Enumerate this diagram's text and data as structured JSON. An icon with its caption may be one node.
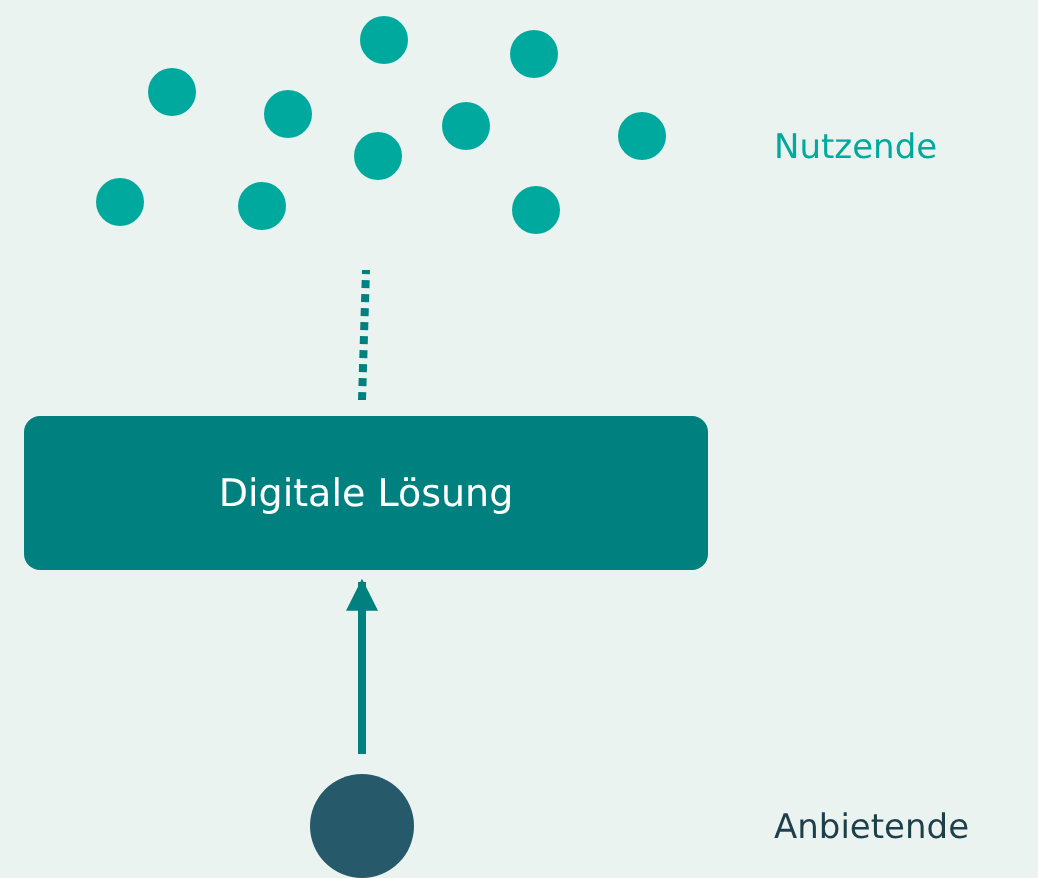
{
  "diagram": {
    "nodes": [
      {
        "text": [],
        "shape": "circle"
      },
      {
        "text": [],
        "shape": "circle"
      },
      {
        "text": [],
        "shape": "circle"
      },
      {
        "text": [],
        "shape": "circle"
      },
      {
        "text": [],
        "shape": "circle"
      },
      {
        "text": [],
        "shape": "circle"
      },
      {
        "text": [],
        "shape": "circle"
      },
      {
        "text": [],
        "shape": "circle"
      },
      {
        "text": [],
        "shape": "circle"
      },
      {
        "text": [],
        "shape": "circle"
      },
      {
        "text": [
          "Digitale Lösung"
        ]
      },
      {
        "text": [],
        "shape": "circle"
      }
    ],
    "edges": [
      {
        "from": 10,
        "to": null,
        "arrow": "none",
        "style": "dashed"
      },
      {
        "from": 11,
        "to": 10,
        "arrow": "to"
      }
    ],
    "labels": [
      "Nutzende",
      "Anbietende"
    ]
  }
}
